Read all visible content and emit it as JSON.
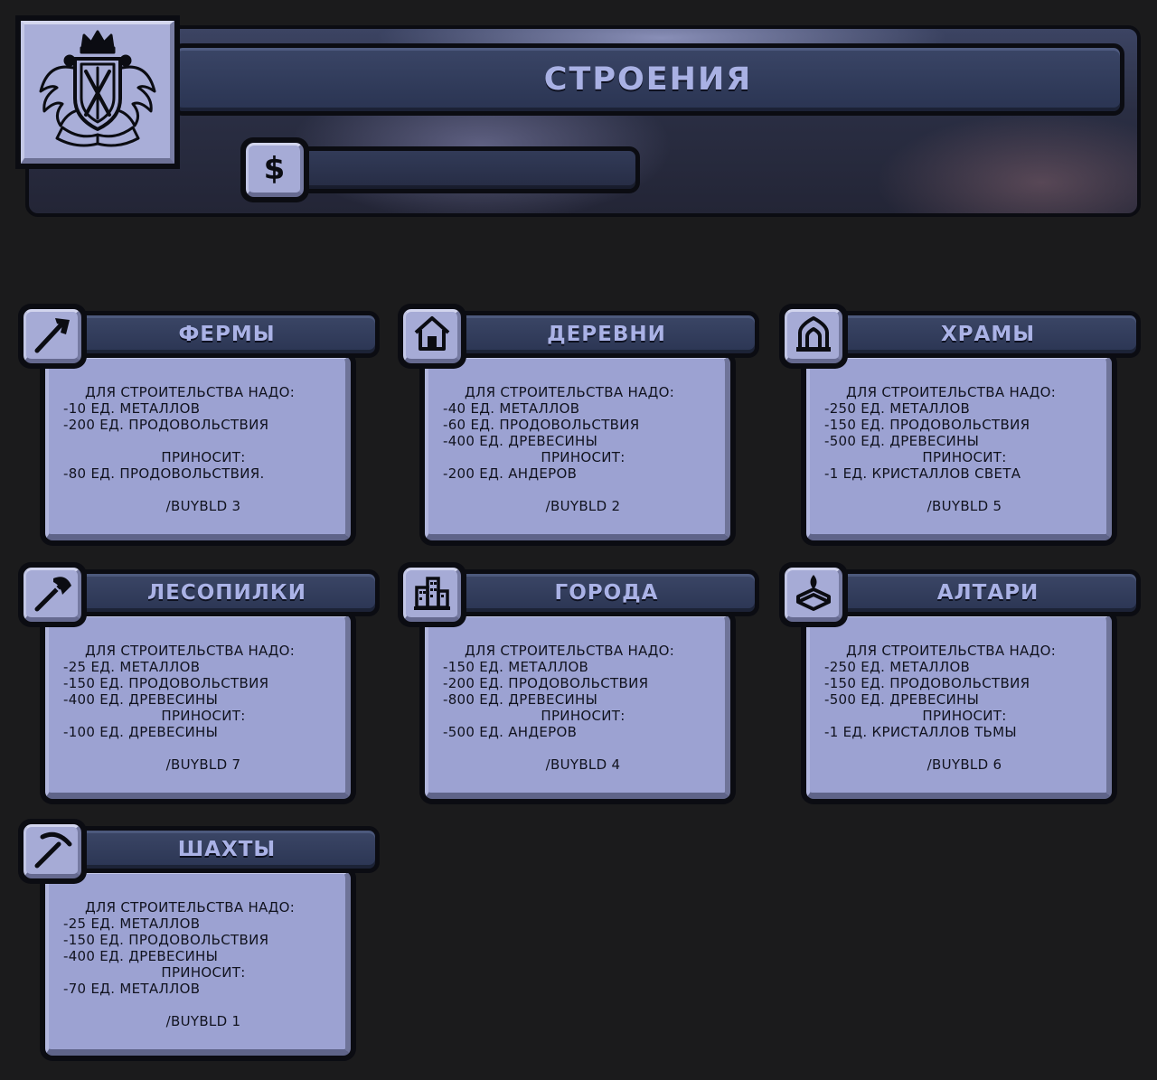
{
  "header": {
    "title": "СТРОЕНИЯ",
    "money_value": "",
    "emblem_icon": "coat-of-arms-icon",
    "money_icon": "dollar-icon",
    "money_symbol": "$"
  },
  "cards": [
    {
      "title": "ФЕРМЫ",
      "icon": "hoe-icon",
      "need_label": "ДЛЯ СТРОИТЕЛЬСТВА НАДО:",
      "costs": [
        "-10 ЕД. МЕТАЛЛОВ",
        "-200 ЕД. ПРОДОВОЛЬСТВИЯ"
      ],
      "gives_label": "ПРИНОСИТ:",
      "gives": "-80 ЕД. ПРОДОВОЛЬСТВИЯ.",
      "command": "/BUYBLD 3"
    },
    {
      "title": "ДЕРЕВНИ",
      "icon": "house-icon",
      "need_label": "ДЛЯ СТРОИТЕЛЬСТВА НАДО:",
      "costs": [
        "-40 ЕД. МЕТАЛЛОВ",
        "-60 ЕД. ПРОДОВОЛЬСТВИЯ",
        "-400 ЕД. ДРЕВЕСИНЫ"
      ],
      "gives_label": "ПРИНОСИТ:",
      "gives": "-200 ЕД. АНДЕРОВ",
      "command": "/BUYBLD 2"
    },
    {
      "title": "ХРАМЫ",
      "icon": "temple-icon",
      "need_label": "ДЛЯ СТРОИТЕЛЬСТВА НАДО:",
      "costs": [
        "-250 ЕД. МЕТАЛЛОВ",
        "-150 ЕД. ПРОДОВОЛЬСТВИЯ",
        "-500 ЕД. ДРЕВЕСИНЫ"
      ],
      "gives_label": "ПРИНОСИТ:",
      "gives": "-1 ЕД. КРИСТАЛЛОВ СВЕТА",
      "command": "/BUYBLD 5"
    },
    {
      "title": "ЛЕСОПИЛКИ",
      "icon": "axe-icon",
      "need_label": "ДЛЯ СТРОИТЕЛЬСТВА НАДО:",
      "costs": [
        "-25 ЕД. МЕТАЛЛОВ",
        "-150 ЕД. ПРОДОВОЛЬСТВИЯ",
        "-400 ЕД. ДРЕВЕСИНЫ"
      ],
      "gives_label": "ПРИНОСИТ:",
      "gives": "-100 ЕД. ДРЕВЕСИНЫ",
      "command": "/BUYBLD 7"
    },
    {
      "title": "ГОРОДА",
      "icon": "city-icon",
      "need_label": "ДЛЯ СТРОИТЕЛЬСТВА НАДО:",
      "costs": [
        "-150 ЕД. МЕТАЛЛОВ",
        "-200 ЕД. ПРОДОВОЛЬСТВИЯ",
        "-800 ЕД. ДРЕВЕСИНЫ"
      ],
      "gives_label": "ПРИНОСИТ:",
      "gives": "-500 ЕД. АНДЕРОВ",
      "command": "/BUYBLD 4"
    },
    {
      "title": "АЛТАРИ",
      "icon": "altar-icon",
      "need_label": "ДЛЯ СТРОИТЕЛЬСТВА НАДО:",
      "costs": [
        "-250 ЕД. МЕТАЛЛОВ",
        "-150 ЕД. ПРОДОВОЛЬСТВИЯ",
        "-500 ЕД. ДРЕВЕСИНЫ"
      ],
      "gives_label": "ПРИНОСИТ:",
      "gives": "-1 ЕД. КРИСТАЛЛОВ ТЬМЫ",
      "command": "/BUYBLD 6"
    },
    {
      "title": "ШАХТЫ",
      "icon": "pickaxe-icon",
      "need_label": "ДЛЯ СТРОИТЕЛЬСТВА НАДО:",
      "costs": [
        "-25 ЕД. МЕТАЛЛОВ",
        "-150 ЕД. ПРОДОВОЛЬСТВИЯ",
        "-400 ЕД. ДРЕВЕСИНЫ"
      ],
      "gives_label": "ПРИНОСИТ:",
      "gives": "-70 ЕД. МЕТАЛЛОВ",
      "command": "/BUYBLD 1"
    }
  ],
  "colors": {
    "background": "#1b1b1c",
    "panel": "#9ca2d2",
    "title_bar": "#2b3553",
    "title_text": "#aab2e6",
    "outline": "#0b0c12"
  }
}
